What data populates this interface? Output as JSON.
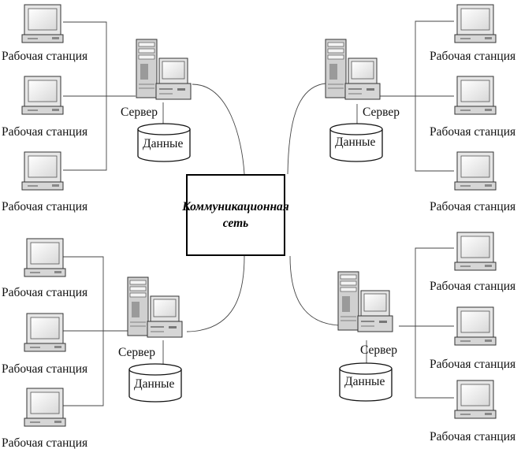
{
  "diagram": {
    "center": {
      "line1": "Коммуникационная",
      "line2": "сеть"
    },
    "workstation_label": "Рабочая станция",
    "server_label": "Сервер",
    "data_label": "Данные",
    "groups": [
      {
        "id": "top-left",
        "workstations": [
          "Рабочая станция",
          "Рабочая станция",
          "Рабочая станция"
        ],
        "server": "Сервер",
        "database": "Данные"
      },
      {
        "id": "top-right",
        "workstations": [
          "Рабочая станция",
          "Рабочая станция",
          "Рабочая станция"
        ],
        "server": "Сервер",
        "database": "Данные"
      },
      {
        "id": "bottom-left",
        "workstations": [
          "Рабочая станция",
          "Рабочая станция",
          "Рабочая станция"
        ],
        "server": "Сервер",
        "database": "Данные"
      },
      {
        "id": "bottom-right",
        "workstations": [
          "Рабочая станция",
          "Рабочая станция",
          "Рабочая станция"
        ],
        "server": "Сервер",
        "database": "Данные"
      }
    ]
  }
}
